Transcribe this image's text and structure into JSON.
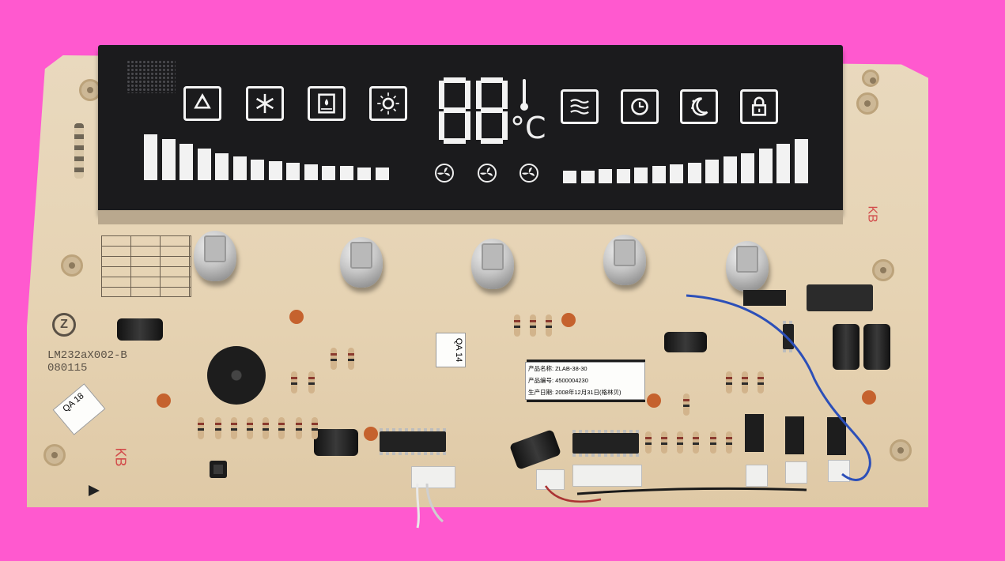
{
  "display": {
    "digits": "88",
    "unit": "°C",
    "left_icons": [
      "recycle-icon",
      "snowflake-icon",
      "dehumidify-icon",
      "sun-icon"
    ],
    "right_icons": [
      "heat-waves-icon",
      "clock-icon",
      "sleep-moon-icon",
      "lock-icon"
    ],
    "fan_icons": [
      "fan-icon",
      "fan-icon",
      "fan-icon"
    ]
  },
  "board": {
    "model_text": "LM232aX002-B",
    "date_code": "080115",
    "logo_letter": "Z",
    "kb_mark": "KB",
    "qa_sticker_1": "QA 14",
    "qa_sticker_2": "QA 18",
    "chip_label": {
      "line1": "产品名称: ZLAB-38-30",
      "line2": "产品编号: 4500004230",
      "line3": "生产日期: 2008年12月31日(格林贝)"
    }
  },
  "colors": {
    "background": "#ff59cf",
    "board": "#e6d3b3",
    "display": "#1b1b1d",
    "segment": "#f2f2f2"
  }
}
